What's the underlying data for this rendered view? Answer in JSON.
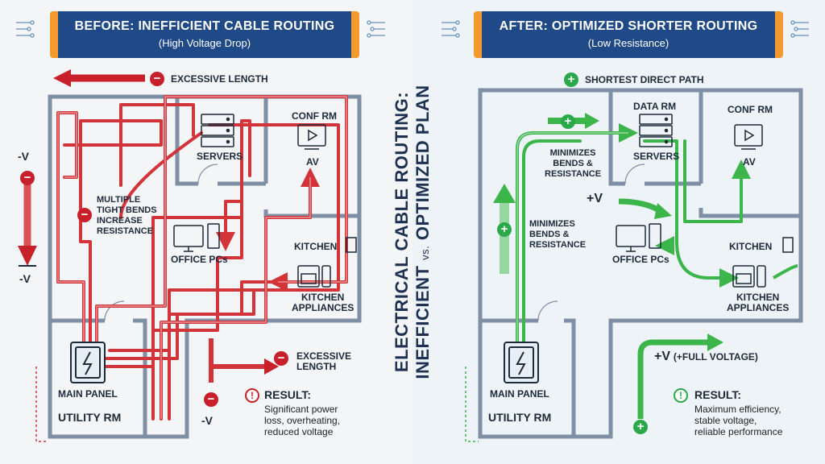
{
  "vertical_title": {
    "line1": "ELECTRICAL CABLE ROUTING:",
    "line2_a": "INEFFICIENT",
    "line2_vs": "vs.",
    "line2_b": "OPTIMIZED PLAN"
  },
  "before": {
    "title": "BEFORE: INEFFICIENT CABLE ROUTING",
    "subtitle": "(High Voltage Drop)",
    "excessive_length_top": "EXCESSIVE LENGTH",
    "excessive_length_bottom_1": "EXCESSIVE",
    "excessive_length_bottom_2": "LENGTH",
    "multiple_bends_1": "MULTIPLE",
    "multiple_bends_2": "TIGHT BENDS",
    "multiple_bends_3": "INCREASE",
    "multiple_bends_4": "RESISTANCE",
    "minus_v": "-V",
    "rooms": {
      "servers": "SERVERS",
      "conf_rm": "CONF RM",
      "av": "AV",
      "office_pcs": "OFFICE PCs",
      "kitchen": "KITCHEN",
      "kitchen_appliances_1": "KITCHEN",
      "kitchen_appliances_2": "APPLIANCES",
      "main_panel": "MAIN PANEL",
      "utility_rm": "UTILITY RM"
    },
    "result_label": "RESULT:",
    "result_1": "Significant power",
    "result_2": "loss, overheating,",
    "result_3": "reduced voltage"
  },
  "after": {
    "title": "AFTER: OPTIMIZED SHORTER ROUTING",
    "subtitle": "(Low Resistance)",
    "shortest_path": "SHORTEST DIRECT PATH",
    "minimizes_a_1": "MINIMIZES",
    "minimizes_a_2": "BENDS &",
    "minimizes_a_3": "RESISTANCE",
    "minimizes_b_1": "MINIMIZES",
    "minimizes_b_2": "BENDS &",
    "minimizes_b_3": "RESISTANCE",
    "plus_v": "+V",
    "plus_v_full": "+V",
    "full_voltage": "(+FULL VOLTAGE)",
    "rooms": {
      "data_rm": "DATA RM",
      "servers": "SERVERS",
      "conf_rm": "CONF RM",
      "av": "AV",
      "office_pcs": "OFFICE PCs",
      "kitchen": "KITCHEN",
      "kitchen_appliances_1": "KITCHEN",
      "kitchen_appliances_2": "APPLIANCES",
      "main_panel": "MAIN PANEL",
      "utility_rm": "UTILITY RM"
    },
    "result_label": "RESULT:",
    "result_1": "Maximum efficiency,",
    "result_2": "stable voltage,",
    "result_3": "reliable performance"
  },
  "colors": {
    "red_cable": "#d3343a",
    "green_cable": "#3cb54a",
    "wall": "#7f8fa6",
    "banner": "#1f4a87",
    "banner_accent": "#f29a2e"
  },
  "icons": [
    "server-icon",
    "monitor-icon",
    "tv-icon",
    "oven-icon",
    "lightning-icon",
    "circuit-icon"
  ]
}
